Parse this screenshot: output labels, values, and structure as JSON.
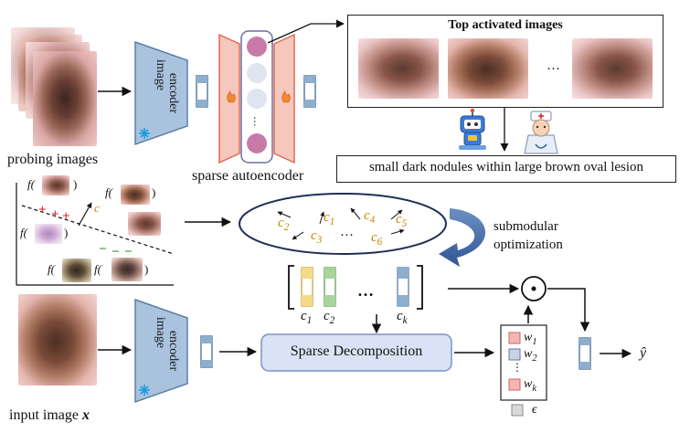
{
  "labels": {
    "probing_images": "probing images",
    "image_encoder": [
      "image",
      "encoder"
    ],
    "sparse_autoencoder": "sparse autoencoder",
    "top_activated_images": "Top activated images",
    "ellipsis": "…",
    "concept_description": "small dark nodules within large brown oval lesion",
    "submodular": "submodular",
    "optimization": "optimization",
    "sparse_decomposition": "Sparse Decomposition",
    "input_image": "input image",
    "input_image_var": "x",
    "output_var": "ŷ",
    "odot": "⊙"
  },
  "concept_cloud": [
    "c2",
    "c1",
    "c3",
    "c4",
    "c5",
    "c6"
  ],
  "concept_vectors": [
    "c1",
    "c2",
    "ck"
  ],
  "weights": [
    "w1",
    "w2",
    "wk",
    "ϵ"
  ],
  "projection": {
    "direction": "c",
    "plus_marks": [
      "+",
      "+",
      "+"
    ],
    "minus_marks": [
      "−",
      "−",
      "−"
    ],
    "f_label": "f("
  },
  "colors": {
    "encoder_fill": "#a9c3de",
    "encoder_stroke": "#5d7fa3",
    "sae_fill": "#f6c7bc",
    "sae_stroke": "#e06a55",
    "node_active": "#c77aa6",
    "node_inactive": "#dfe4ee",
    "concept_yellow": "#f5d987",
    "concept_green": "#a8d59c",
    "concept_blue": "#8eaed0",
    "decomp_fill": "#d9e3f5",
    "decomp_stroke": "#7a93c7",
    "concept_text": "#c48a00",
    "minus_green": "#2e8b2e",
    "plus_red": "#d42020",
    "weight_red": "#f4b6b0",
    "weight_blue": "#c9d3e8",
    "weight_gray": "#d9d9d9"
  }
}
